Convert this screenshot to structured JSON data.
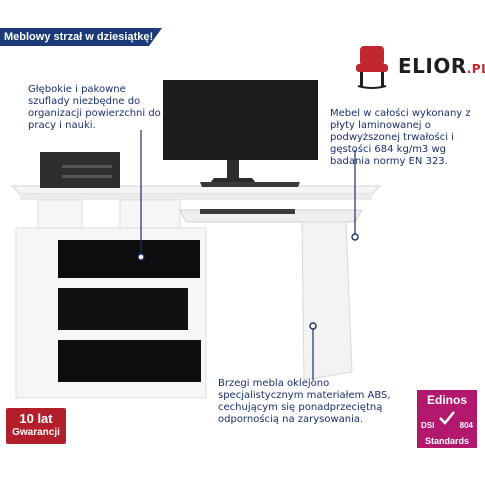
{
  "banner": {
    "text": "Meblowy strzał w dziesiątkę!"
  },
  "brand": {
    "name": "ELIOR",
    "suffix": ".PL"
  },
  "notes": {
    "drawers": "Głębokie i pakowne szuflady niezbędne do organizacji powierzchni do pracy i nauki.",
    "material": "Mebel w całości wykonany z płyty laminowanej o podwyższonej trwałości i gęstości 684 kg/m3 wg badania normy EN 323.",
    "edges": "Brzegi mebla oklejono specjalistycznym materiałem ABS, cechującym się ponadprzeciętną odpornością na zarysowania."
  },
  "guarantee": {
    "years": "10 lat",
    "label": "Gwarancji"
  },
  "certificate": {
    "brand": "Edinos",
    "left": "DSI",
    "right": "804",
    "bottom": "Standards"
  },
  "colors": {
    "banner": "#1a3a78",
    "accent": "#c2262e",
    "guarantee": "#b31e2b",
    "certificate": "#b2186d"
  }
}
